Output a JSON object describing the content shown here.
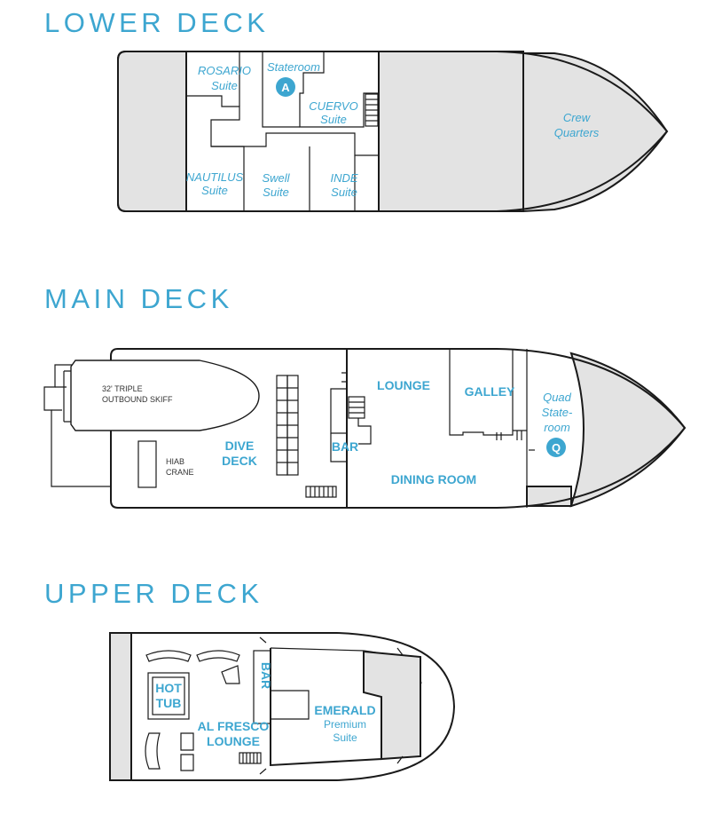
{
  "colors": {
    "accent": "#3da6d0",
    "wall": "#1a1a1a",
    "shade": "#e3e3e3"
  },
  "lower_deck": {
    "title": "LOWER DECK",
    "rooms": {
      "rosario": [
        "ROSARIO",
        "Suite"
      ],
      "stateroom": "Stateroom",
      "stateroom_badge": "A",
      "cuervo": [
        "CUERVO",
        "Suite"
      ],
      "nautilus": [
        "NAUTILUS",
        "Suite"
      ],
      "swell": [
        "Swell",
        "Suite"
      ],
      "inde": [
        "INDE",
        "Suite"
      ],
      "crew": [
        "Crew",
        "Quarters"
      ]
    }
  },
  "main_deck": {
    "title": "MAIN DECK",
    "skiff": [
      "32' TRIPLE",
      "OUTBOUND SKIFF"
    ],
    "crane": [
      "HIAB",
      "CRANE"
    ],
    "dive_deck": [
      "DIVE",
      "DECK"
    ],
    "bar": "BAR",
    "lounge": "LOUNGE",
    "galley": "GALLEY",
    "dining_room": "DINING ROOM",
    "quad": [
      "Quad",
      "State-",
      "room"
    ],
    "quad_badge": "Q"
  },
  "upper_deck": {
    "title": "UPPER DECK",
    "hot_tub": [
      "HOT",
      "TUB"
    ],
    "bar": "BAR",
    "al_fresco": [
      "AL FRESCO",
      "LOUNGE"
    ],
    "emerald": [
      "EMERALD",
      "Premium",
      "Suite"
    ]
  }
}
